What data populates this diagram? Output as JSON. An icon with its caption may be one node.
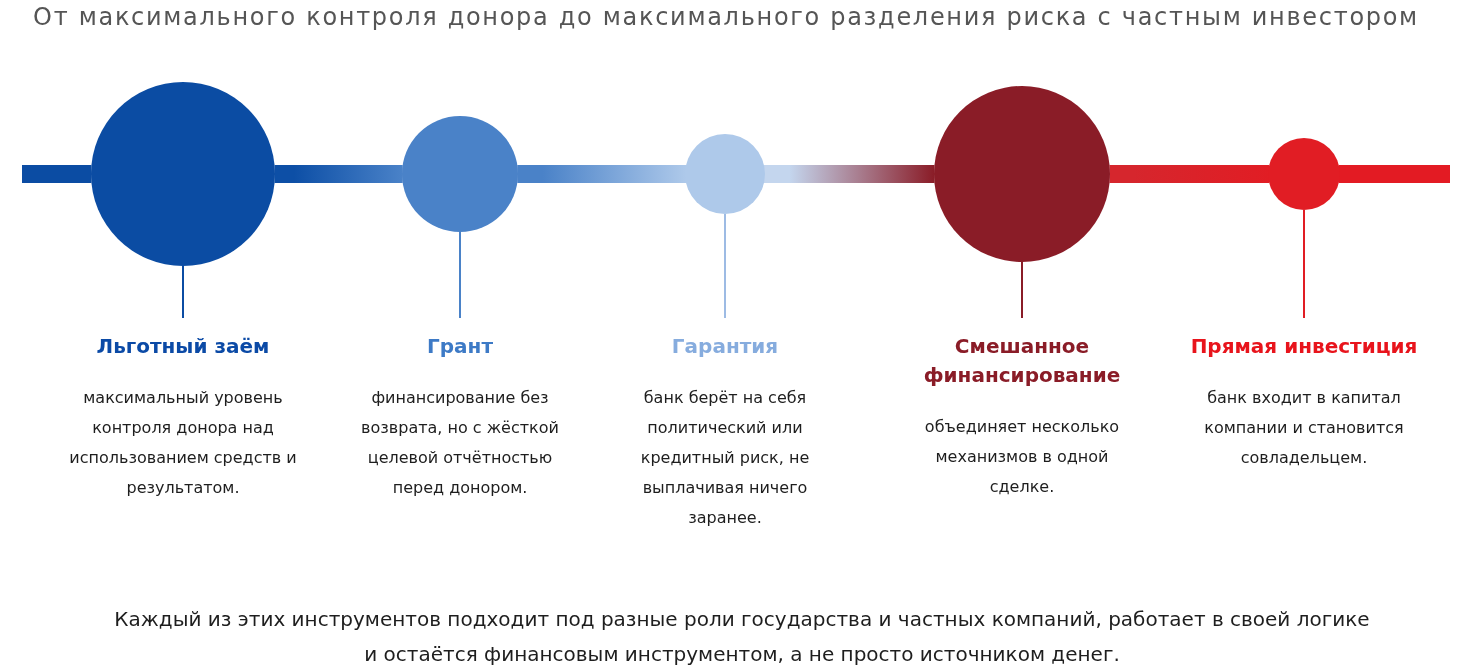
{
  "diagram": {
    "title": "От максимального контроля донора до максимального разделения риска с частным инвестором",
    "nodes": [
      {
        "text": [],
        "shape": "circle"
      },
      {
        "text": [],
        "shape": "circle"
      },
      {
        "text": [],
        "shape": "circle"
      },
      {
        "text": [],
        "shape": "circle"
      },
      {
        "text": [],
        "shape": "circle"
      },
      {
        "text": [
          "Льготный заём",
          "максимальный уровень контроля донора над использованием средств и результатом."
        ]
      },
      {
        "text": [
          "Грант",
          "финансирование без возврата, но с жёсткой целевой отчётностью перед донором."
        ]
      },
      {
        "text": [
          "Гарантия",
          "банк берёт на себя политический или кредитный риск, не выплачивая ничего заранее."
        ]
      },
      {
        "text": [
          "Смешанное финансирование",
          "объединяет несколько механизмов в одной сделке."
        ]
      },
      {
        "text": [
          "Прямая инвестиция",
          "банк входит в капитал компании и становится совладельцем."
        ]
      }
    ],
    "edges": [
      {
        "from": null,
        "to": 0,
        "arrow": "none",
        "style": "thick",
        "color": "#0b4ca3"
      },
      {
        "from": 0,
        "to": 1,
        "arrow": "none",
        "style": "thick",
        "color": "#0d4fa6"
      },
      {
        "from": 1,
        "to": 2,
        "arrow": "none",
        "style": "thick",
        "color": "#4a82c8"
      },
      {
        "from": 2,
        "to": 3,
        "arrow": "none",
        "style": "thick",
        "color": "#c4d6ee"
      },
      {
        "from": 3,
        "to": 4,
        "arrow": "none",
        "style": "thick",
        "color": "#d6262d"
      },
      {
        "from": 4,
        "to": null,
        "arrow": "none",
        "style": "thick",
        "color": "#e31b23"
      },
      {
        "from": 5,
        "to": 0,
        "arrow": "none",
        "color": "#0b4ca3"
      },
      {
        "from": 6,
        "to": 1,
        "arrow": "none",
        "color": "#4a82c8"
      },
      {
        "from": 7,
        "to": 2,
        "arrow": "none",
        "color": "#9dbbe4"
      },
      {
        "from": 8,
        "to": 3,
        "arrow": "none",
        "color": "#8a1c27"
      },
      {
        "from": 9,
        "to": 4,
        "arrow": "none",
        "color": "#e11d24"
      }
    ],
    "caption": "Каждый из этих инструментов подходит под разные роли государства и частных компаний, работает в своей логике и остаётся финансовым инструментом, а не просто источником денег."
  }
}
